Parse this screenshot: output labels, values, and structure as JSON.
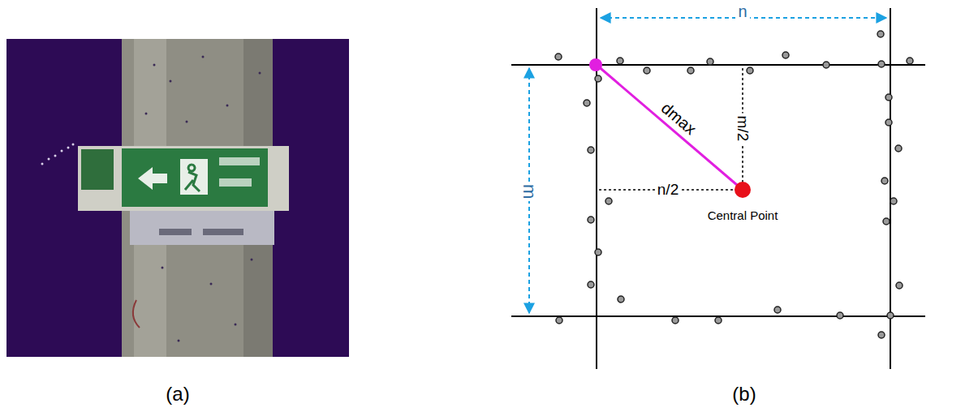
{
  "diagram": {
    "labels": [
      "n",
      "m",
      "dmax",
      "m/2",
      "n/2",
      "Central Point",
      "(a)",
      "(b)"
    ]
  }
}
